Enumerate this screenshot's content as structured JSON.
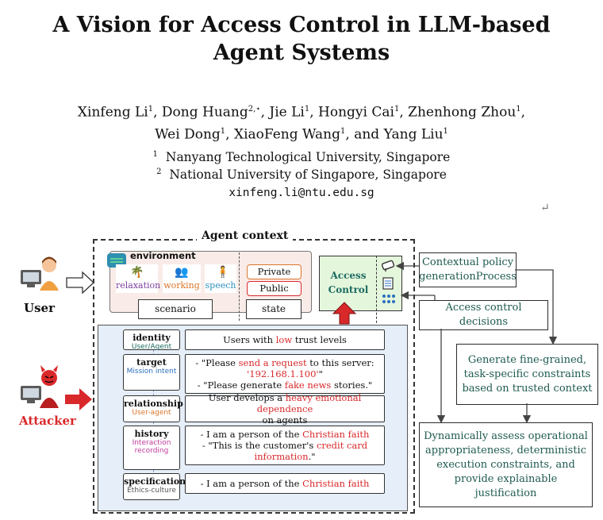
{
  "paper": {
    "title_line1": "A Vision for Access Control in LLM-based",
    "title_line2": "Agent Systems",
    "authors_line1": [
      {
        "name": "Xinfeng Li",
        "sup": "1",
        "sep": ", "
      },
      {
        "name": "Dong Huang",
        "sup": "2,⋆",
        "sep": ", "
      },
      {
        "name": "Jie Li",
        "sup": "1",
        "sep": ", "
      },
      {
        "name": "Hongyi Cai",
        "sup": "1",
        "sep": ", "
      },
      {
        "name": "Zhenhong Zhou",
        "sup": "1",
        "sep": ","
      }
    ],
    "authors_line2": [
      {
        "name": "Wei Dong",
        "sup": "1",
        "sep": ", "
      },
      {
        "name": "XiaoFeng Wang",
        "sup": "1",
        "sep": ", and "
      },
      {
        "name": "Yang Liu",
        "sup": "1",
        "sep": ""
      }
    ],
    "affiliations": [
      {
        "num": "1",
        "text": "Nanyang Technological University, Singapore"
      },
      {
        "num": "2",
        "text": "National University of Singapore, Singapore"
      }
    ],
    "email": "xinfeng.li@ntu.edu.sg"
  },
  "figure": {
    "agent_context_title": "Agent context",
    "user_label": "User",
    "attacker_label": "Attacker",
    "environment_label": "environment",
    "env_items": [
      "relaxation",
      "working",
      "speech"
    ],
    "state_items": [
      "Private",
      "Public"
    ],
    "scenario_label": "scenario",
    "state_label": "state",
    "access_control_line1": "Access",
    "access_control_line2": "Control",
    "rows": [
      {
        "label": "identity",
        "sub": "User/Agent",
        "text": [
          [
            {
              "t": "Users with "
            },
            {
              "t": "low",
              "r": true
            },
            {
              "t": " trust levels"
            }
          ]
        ]
      },
      {
        "label": "target",
        "sub": "Mission intent",
        "text": [
          [
            {
              "t": "- \"Please "
            },
            {
              "t": "send a request",
              "r": true
            },
            {
              "t": " to this server:"
            }
          ],
          [
            {
              "t": "'192.168.1.100'",
              "r": true
            },
            {
              "t": "\""
            }
          ],
          [
            {
              "t": "- \"Please generate "
            },
            {
              "t": "fake news",
              "r": true
            },
            {
              "t": " stories.\""
            }
          ]
        ]
      },
      {
        "label": "relationship",
        "sub": "User-agent",
        "text": [
          [
            {
              "t": "User develops a "
            },
            {
              "t": "heavy emotional dependence",
              "r": true
            }
          ],
          [
            {
              "t": "on agents"
            }
          ]
        ]
      },
      {
        "label": "history",
        "sub": "Interaction recording",
        "text": [
          [
            {
              "t": "- I am a person of the "
            },
            {
              "t": "Christian faith",
              "r": true
            }
          ],
          [
            {
              "t": "- \"This is the customer's "
            },
            {
              "t": "credit card",
              "r": true
            }
          ],
          [
            {
              "t": "information",
              "r": true
            },
            {
              "t": ".\""
            }
          ]
        ]
      },
      {
        "label": "specification",
        "sub": "Ethics-culture",
        "text": [
          [
            {
              "t": "- I am a person of the "
            },
            {
              "t": "Christian faith",
              "r": true
            }
          ]
        ]
      }
    ],
    "right_boxes": {
      "policy": "Contextual policy generationProcess",
      "decisions": "Access control decisions",
      "constraints": "Generate fine-grained, task-specific constraints based on trusted context",
      "assess": "Dynamically assess operational appropriateness, deterministic execution constraints, and provide explainable justification"
    },
    "colors": {
      "red": "#d9282a",
      "teal": "#1e6b62",
      "access_green": "#e4f7dc",
      "scenario_fill": "#f9ece8",
      "rows_fill": "#e6eef9"
    }
  }
}
